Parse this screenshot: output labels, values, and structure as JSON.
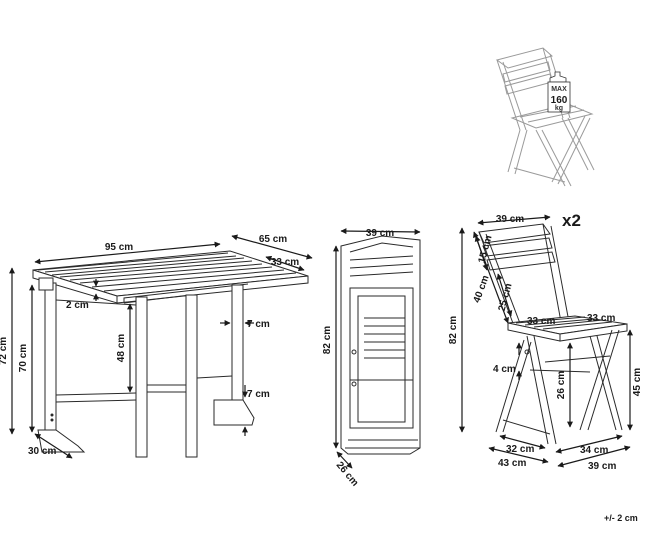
{
  "table": {
    "width": "95 cm",
    "depth": "65 cm",
    "leaf_depth": "33 cm",
    "top_thickness": "2 cm",
    "height": "72 cm",
    "leg_height": "70 cm",
    "inner_height": "48 cm",
    "leg_width": "7 cm",
    "foot_height": "7 cm",
    "foot_depth": "30 cm"
  },
  "folded_chair": {
    "width": "39 cm",
    "height": "82 cm",
    "depth": "26 cm"
  },
  "chair": {
    "quantity": "x2",
    "backrest_width": "39 cm",
    "backrest_height": "15 cm",
    "backrest_span": "40 cm",
    "backrest_depth": "25 cm",
    "total_height": "82 cm",
    "seat_width": "33 cm",
    "seat_depth": "33 cm",
    "seat_thickness": "4 cm",
    "leg_inner_height": "26 cm",
    "seat_height": "45 cm",
    "base_front": "32 cm",
    "base_side": "34 cm",
    "base_depth": "43 cm",
    "base_width": "39 cm"
  },
  "load_badge": {
    "line1": "MAX",
    "line2": "160",
    "line3": "kg"
  },
  "tolerance": "+/- 2 cm"
}
